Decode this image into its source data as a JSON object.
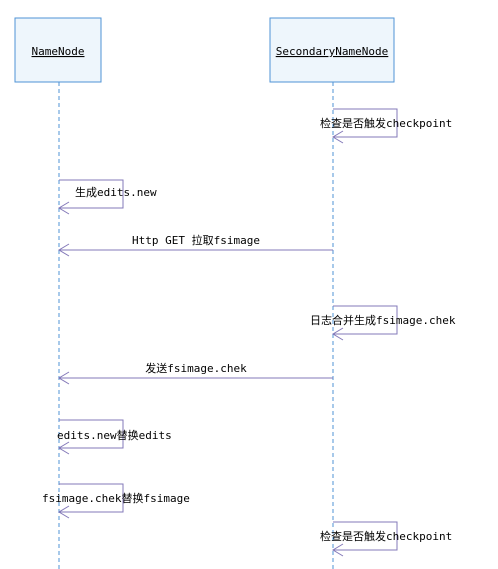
{
  "participants": [
    {
      "id": "namenode",
      "label": "NameNode"
    },
    {
      "id": "secondary",
      "label": "SecondaryNameNode"
    }
  ],
  "messages": [
    {
      "from": "secondary",
      "to": "secondary",
      "label": "检查是否触发checkpoint"
    },
    {
      "from": "namenode",
      "to": "namenode",
      "label": "生成edits.new"
    },
    {
      "from": "secondary",
      "to": "namenode",
      "label": "Http GET 拉取fsimage"
    },
    {
      "from": "secondary",
      "to": "secondary",
      "label": "日志合并生成fsimage.chek"
    },
    {
      "from": "secondary",
      "to": "namenode",
      "label": "发送fsimage.chek"
    },
    {
      "from": "namenode",
      "to": "namenode",
      "label": "edits.new替换edits"
    },
    {
      "from": "namenode",
      "to": "namenode",
      "label": "fsimage.chek替换fsimage"
    },
    {
      "from": "secondary",
      "to": "secondary",
      "label": "检查是否触发checkpoint"
    }
  ]
}
